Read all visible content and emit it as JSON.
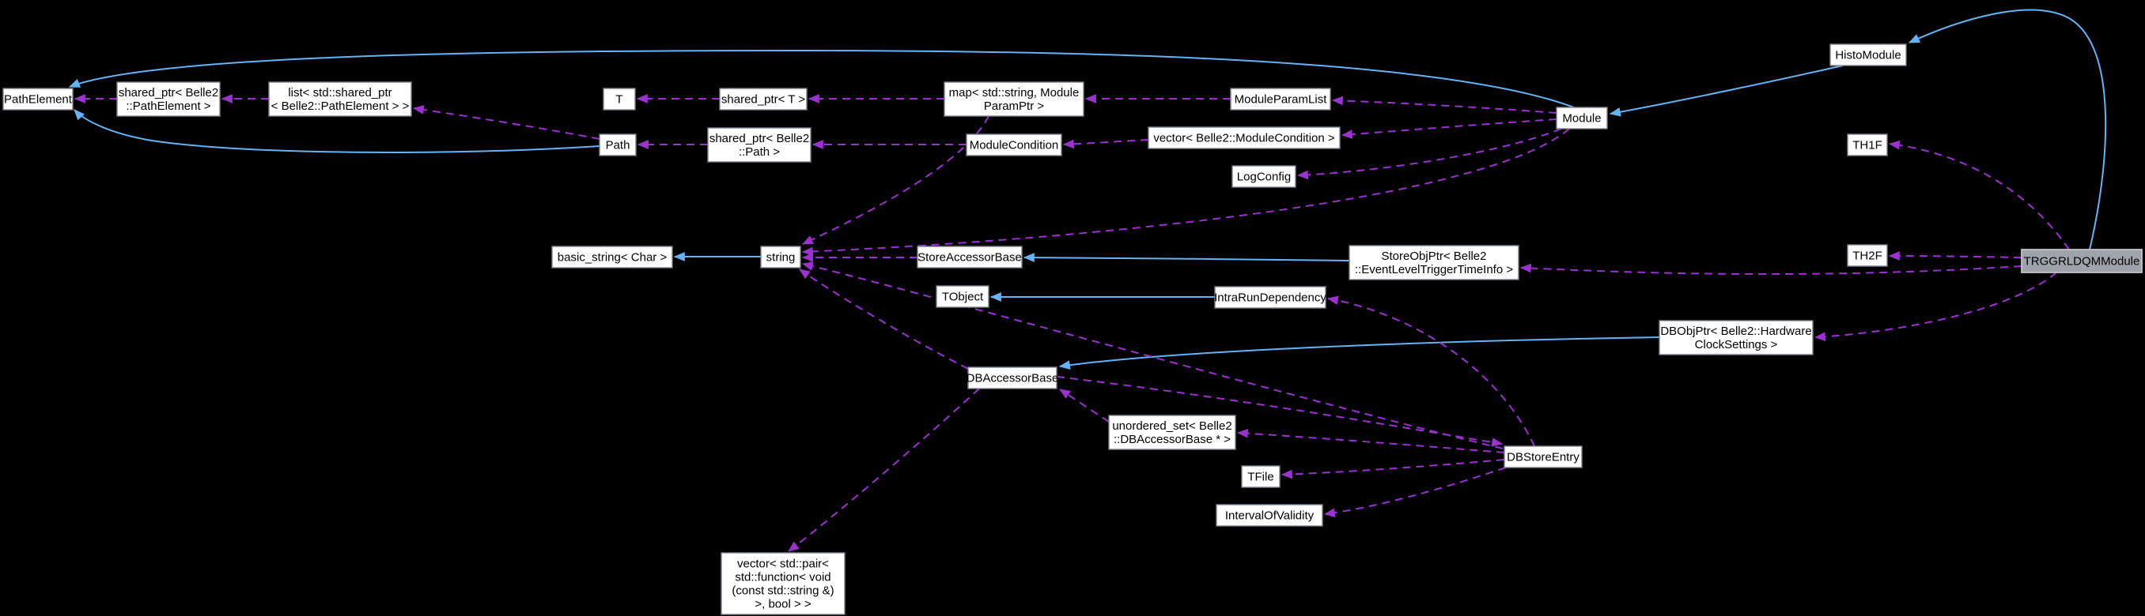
{
  "diagram": {
    "kind": "collaboration-graph",
    "main_node": "trggrldqmmodule",
    "colors": {
      "background": "#000000",
      "inheritance_edge": "#63b4f6",
      "usage_edge": "#9c30d0",
      "node_fill": "#ffffff",
      "node_border": "#7b808a",
      "main_node_fill": "#9fa4ab",
      "main_node_border": "#bfc3c8",
      "text": "#000000"
    },
    "nodes": [
      {
        "id": "pathelement",
        "lines": [
          "PathElement"
        ]
      },
      {
        "id": "shared_ptr_pathelement",
        "lines": [
          "shared_ptr< Belle2",
          "::PathElement >"
        ]
      },
      {
        "id": "list_shared_ptr_pathelement",
        "lines": [
          "list< std::shared_ptr",
          "< Belle2::PathElement > >"
        ]
      },
      {
        "id": "t",
        "lines": [
          "T"
        ]
      },
      {
        "id": "shared_ptr_t",
        "lines": [
          "shared_ptr< T >"
        ]
      },
      {
        "id": "map_moduleparamptr",
        "lines": [
          "map< std::string, Module",
          "ParamPtr >"
        ]
      },
      {
        "id": "moduleparamlist",
        "lines": [
          "ModuleParamList"
        ]
      },
      {
        "id": "module",
        "lines": [
          "Module"
        ]
      },
      {
        "id": "histomodule",
        "lines": [
          "HistoModule"
        ]
      },
      {
        "id": "th1f",
        "lines": [
          "TH1F"
        ]
      },
      {
        "id": "path",
        "lines": [
          "Path"
        ]
      },
      {
        "id": "shared_ptr_path",
        "lines": [
          "shared_ptr< Belle2",
          "::Path >"
        ]
      },
      {
        "id": "modulecondition",
        "lines": [
          "ModuleCondition"
        ]
      },
      {
        "id": "vector_modulecondition",
        "lines": [
          "vector< Belle2::ModuleCondition >"
        ]
      },
      {
        "id": "logconfig",
        "lines": [
          "LogConfig"
        ]
      },
      {
        "id": "basic_string_char",
        "lines": [
          "basic_string< Char >"
        ]
      },
      {
        "id": "string",
        "lines": [
          "string"
        ]
      },
      {
        "id": "storeaccessorbase",
        "lines": [
          "StoreAccessorBase"
        ]
      },
      {
        "id": "tobject",
        "lines": [
          "TObject"
        ]
      },
      {
        "id": "storeobjptr_eventleveltriggertimeinfo",
        "lines": [
          "StoreObjPtr< Belle2",
          "::EventLevelTriggerTimeInfo >"
        ]
      },
      {
        "id": "intrarundependency",
        "lines": [
          "IntraRunDependency"
        ]
      },
      {
        "id": "th2f",
        "lines": [
          "TH2F"
        ]
      },
      {
        "id": "trggrldqmmodule",
        "lines": [
          "TRGGRLDQMModule"
        ]
      },
      {
        "id": "dbobjptr_hardwareclocksettings",
        "lines": [
          "DBObjPtr< Belle2::Hardware",
          "ClockSettings >"
        ]
      },
      {
        "id": "dbaccessorbase",
        "lines": [
          "DBAccessorBase"
        ]
      },
      {
        "id": "unordered_set_dbaccessorbase",
        "lines": [
          "unordered_set< Belle2",
          "::DBAccessorBase * >"
        ]
      },
      {
        "id": "dbstoreentry",
        "lines": [
          "DBStoreEntry"
        ]
      },
      {
        "id": "tfile",
        "lines": [
          "TFile"
        ]
      },
      {
        "id": "intervalofvalidity",
        "lines": [
          "IntervalOfValidity"
        ]
      },
      {
        "id": "vector_pair_function_bool",
        "lines": [
          "vector< std::pair<",
          "std::function< void",
          "(const std::string &)",
          ">, bool > >"
        ]
      }
    ],
    "edges": [
      {
        "from": "module",
        "to": "pathelement",
        "type": "inheritance"
      },
      {
        "from": "path",
        "to": "pathelement",
        "type": "inheritance"
      },
      {
        "from": "histomodule",
        "to": "module",
        "type": "inheritance"
      },
      {
        "from": "trggrldqmmodule",
        "to": "histomodule",
        "type": "inheritance"
      },
      {
        "from": "string",
        "to": "basic_string_char",
        "type": "inheritance"
      },
      {
        "from": "storeobjptr_eventleveltriggertimeinfo",
        "to": "storeaccessorbase",
        "type": "inheritance"
      },
      {
        "from": "intrarundependency",
        "to": "tobject",
        "type": "inheritance"
      },
      {
        "from": "dbobjptr_hardwareclocksettings",
        "to": "dbaccessorbase",
        "type": "inheritance"
      },
      {
        "from": "shared_ptr_pathelement",
        "to": "pathelement",
        "type": "usage"
      },
      {
        "from": "list_shared_ptr_pathelement",
        "to": "shared_ptr_pathelement",
        "type": "usage"
      },
      {
        "from": "path",
        "to": "list_shared_ptr_pathelement",
        "type": "usage"
      },
      {
        "from": "shared_ptr_t",
        "to": "t",
        "type": "usage"
      },
      {
        "from": "map_moduleparamptr",
        "to": "shared_ptr_t",
        "type": "usage"
      },
      {
        "from": "moduleparamlist",
        "to": "map_moduleparamptr",
        "type": "usage"
      },
      {
        "from": "map_moduleparamptr",
        "to": "string",
        "type": "usage"
      },
      {
        "from": "shared_ptr_path",
        "to": "path",
        "type": "usage"
      },
      {
        "from": "modulecondition",
        "to": "shared_ptr_path",
        "type": "usage"
      },
      {
        "from": "vector_modulecondition",
        "to": "modulecondition",
        "type": "usage"
      },
      {
        "from": "module",
        "to": "moduleparamlist",
        "type": "usage"
      },
      {
        "from": "module",
        "to": "vector_modulecondition",
        "type": "usage"
      },
      {
        "from": "module",
        "to": "logconfig",
        "type": "usage"
      },
      {
        "from": "module",
        "to": "string",
        "type": "usage"
      },
      {
        "from": "storeaccessorbase",
        "to": "string",
        "type": "usage"
      },
      {
        "from": "trggrldqmmodule",
        "to": "th1f",
        "type": "usage"
      },
      {
        "from": "trggrldqmmodule",
        "to": "th2f",
        "type": "usage"
      },
      {
        "from": "trggrldqmmodule",
        "to": "storeobjptr_eventleveltriggertimeinfo",
        "type": "usage"
      },
      {
        "from": "trggrldqmmodule",
        "to": "dbobjptr_hardwareclocksettings",
        "type": "usage"
      },
      {
        "from": "dbaccessorbase",
        "to": "dbstoreentry",
        "type": "usage"
      },
      {
        "from": "dbstoreentry",
        "to": "intrarundependency",
        "type": "usage"
      },
      {
        "from": "dbstoreentry",
        "to": "unordered_set_dbaccessorbase",
        "type": "usage"
      },
      {
        "from": "unordered_set_dbaccessorbase",
        "to": "dbaccessorbase",
        "type": "usage"
      },
      {
        "from": "dbstoreentry",
        "to": "tfile",
        "type": "usage"
      },
      {
        "from": "dbstoreentry",
        "to": "intervalofvalidity",
        "type": "usage"
      },
      {
        "from": "dbstoreentry",
        "to": "string",
        "type": "usage"
      },
      {
        "from": "dbaccessorbase",
        "to": "string",
        "type": "usage"
      },
      {
        "from": "dbaccessorbase",
        "to": "vector_pair_function_bool",
        "type": "usage"
      }
    ]
  }
}
